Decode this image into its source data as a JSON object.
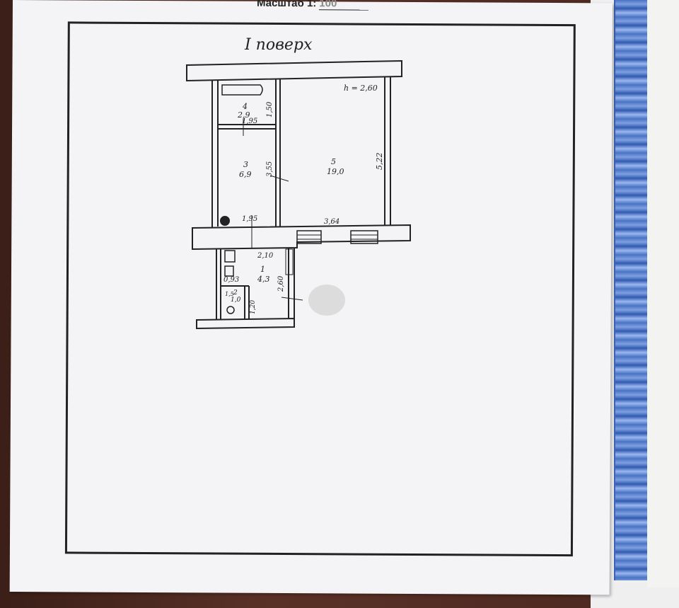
{
  "header": {
    "scale_label": "Масштаб 1:",
    "scale_value": "100"
  },
  "plan": {
    "floor_title": "I поверх",
    "ceiling_height": "h = 2,60",
    "rooms": [
      {
        "number": "1",
        "area": "4,3"
      },
      {
        "number": "2",
        "area": "1,0"
      },
      {
        "number": "3",
        "area": "6,9"
      },
      {
        "number": "4",
        "area": "2,9"
      },
      {
        "number": "5",
        "area": "19,0"
      }
    ],
    "dimensions": {
      "room4_width": "1,95",
      "room4_length": "1,50",
      "room3_width": "1,95",
      "room3_length": "3,55",
      "room5_width": "3,64",
      "room5_length": "5,22",
      "room1_width": "2,10",
      "room1_length": "2,60",
      "room2_width": "0,93",
      "room2_length": "1,20",
      "room2_small": "1,5"
    }
  }
}
